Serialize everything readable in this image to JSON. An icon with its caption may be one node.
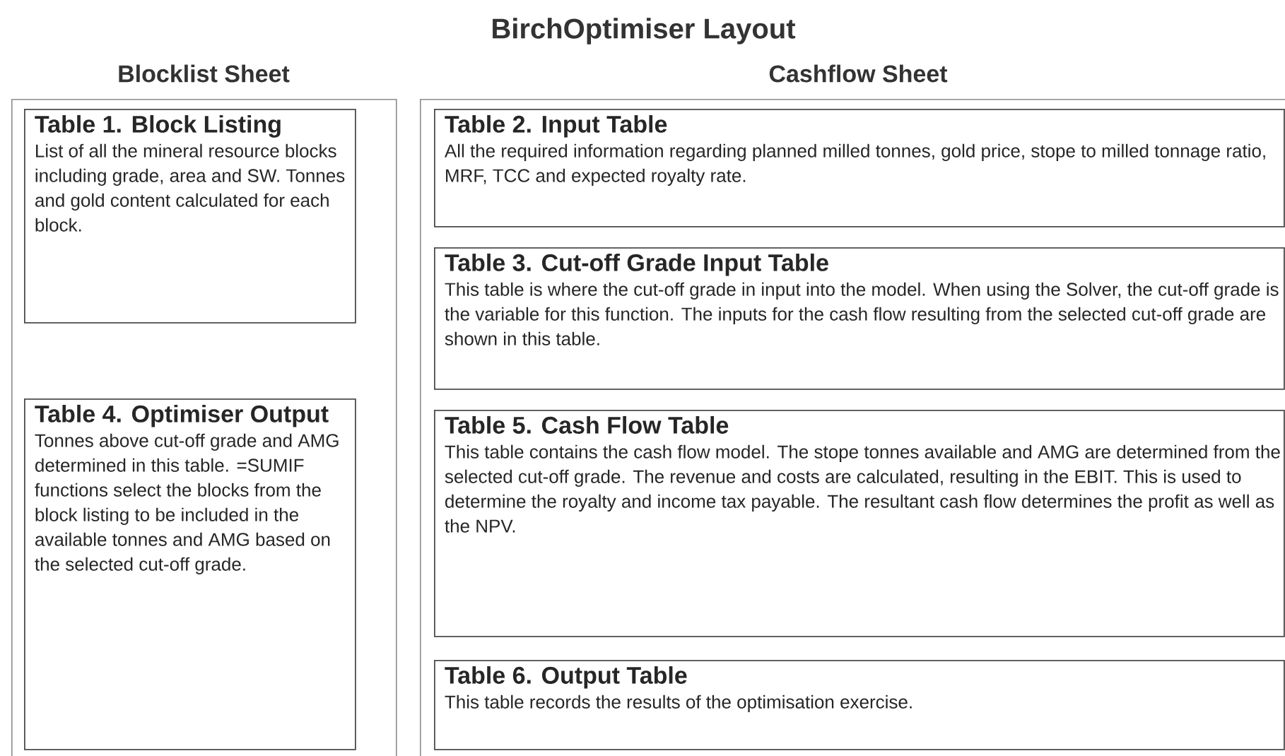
{
  "diagram": {
    "title": "BirchOptimiser Layout",
    "nodes": [
      {
        "text": [
          "Blocklist Sheet"
        ]
      },
      {
        "text": [
          "Table 1. Block Listing",
          "List of all the mineral resource blocks including grade, area and SW. Tonnes and gold content calculated for each block."
        ],
        "in": 0
      },
      {
        "text": [
          "Table 4. Optimiser Output",
          "Tonnes above cut-off grade and AMG determined in this table. =SUMIF functions select the blocks from the block listing to be included in the available tonnes and AMG based on the selected cut-off grade."
        ],
        "in": 0
      },
      {
        "text": [
          "Cashflow Sheet"
        ]
      },
      {
        "text": [
          "Table 2. Input Table",
          "All the required information regarding planned milled tonnes, gold price, stope to milled tonnage ratio, MRF, TCC and expected royalty rate."
        ],
        "in": 3
      },
      {
        "text": [
          "Table 3. Cut-off Grade Input Table",
          "This table is where the cut-off grade in input into the model. When using the Solver, the cut-off grade is the variable for this function. The inputs for the cash flow resulting from the selected cut-off grade are shown in this table."
        ],
        "in": 3
      },
      {
        "text": [
          "Table 5. Cash Flow Table",
          "This table contains the cash flow model. The stope tonnes available and AMG are determined from the selected cut-off grade. The revenue and costs are calculated, resulting in the EBIT. This is used to determine the royalty and income tax payable. The resultant cash flow determines the profit as well as the NPV."
        ],
        "in": 3
      },
      {
        "text": [
          "Table 6. Output Table",
          "This table records the results of the optimisation exercise."
        ],
        "in": 3
      }
    ],
    "edges": []
  }
}
